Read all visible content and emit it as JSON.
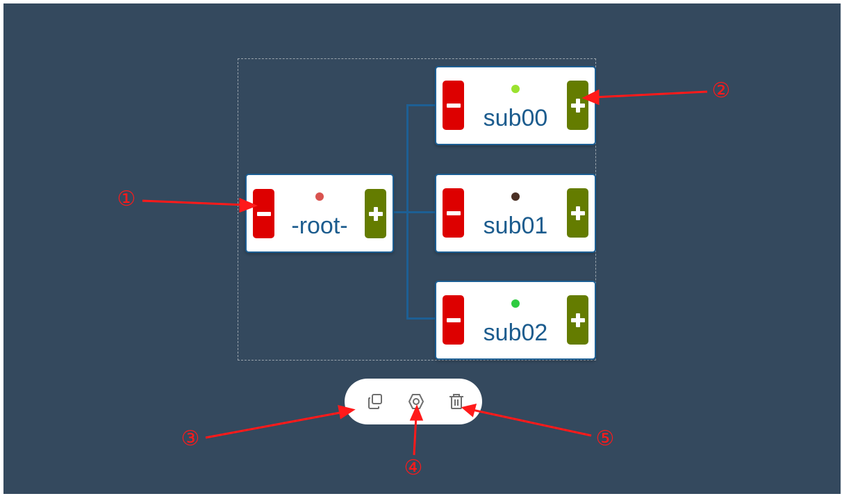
{
  "mindmap": {
    "root": {
      "label": "-root-",
      "dot_color": "#d9534f"
    },
    "children": [
      {
        "label": "sub00",
        "dot_color": "#9be22f"
      },
      {
        "label": "sub01",
        "dot_color": "#4a2f24"
      },
      {
        "label": "sub02",
        "dot_color": "#2ecc40"
      }
    ]
  },
  "toolbar": {
    "tools": [
      {
        "icon": "copy-icon"
      },
      {
        "icon": "settings-icon"
      },
      {
        "icon": "trash-icon"
      }
    ]
  },
  "annotations": [
    "①",
    "②",
    "③",
    "④",
    "⑤"
  ],
  "colors": {
    "canvas": "#34495e",
    "connector": "#1d5f94",
    "collapse_button": "#dd0000",
    "expand_button": "#647c00",
    "label_text": "#1c5c8e",
    "annotation": "#ff1a1a"
  }
}
